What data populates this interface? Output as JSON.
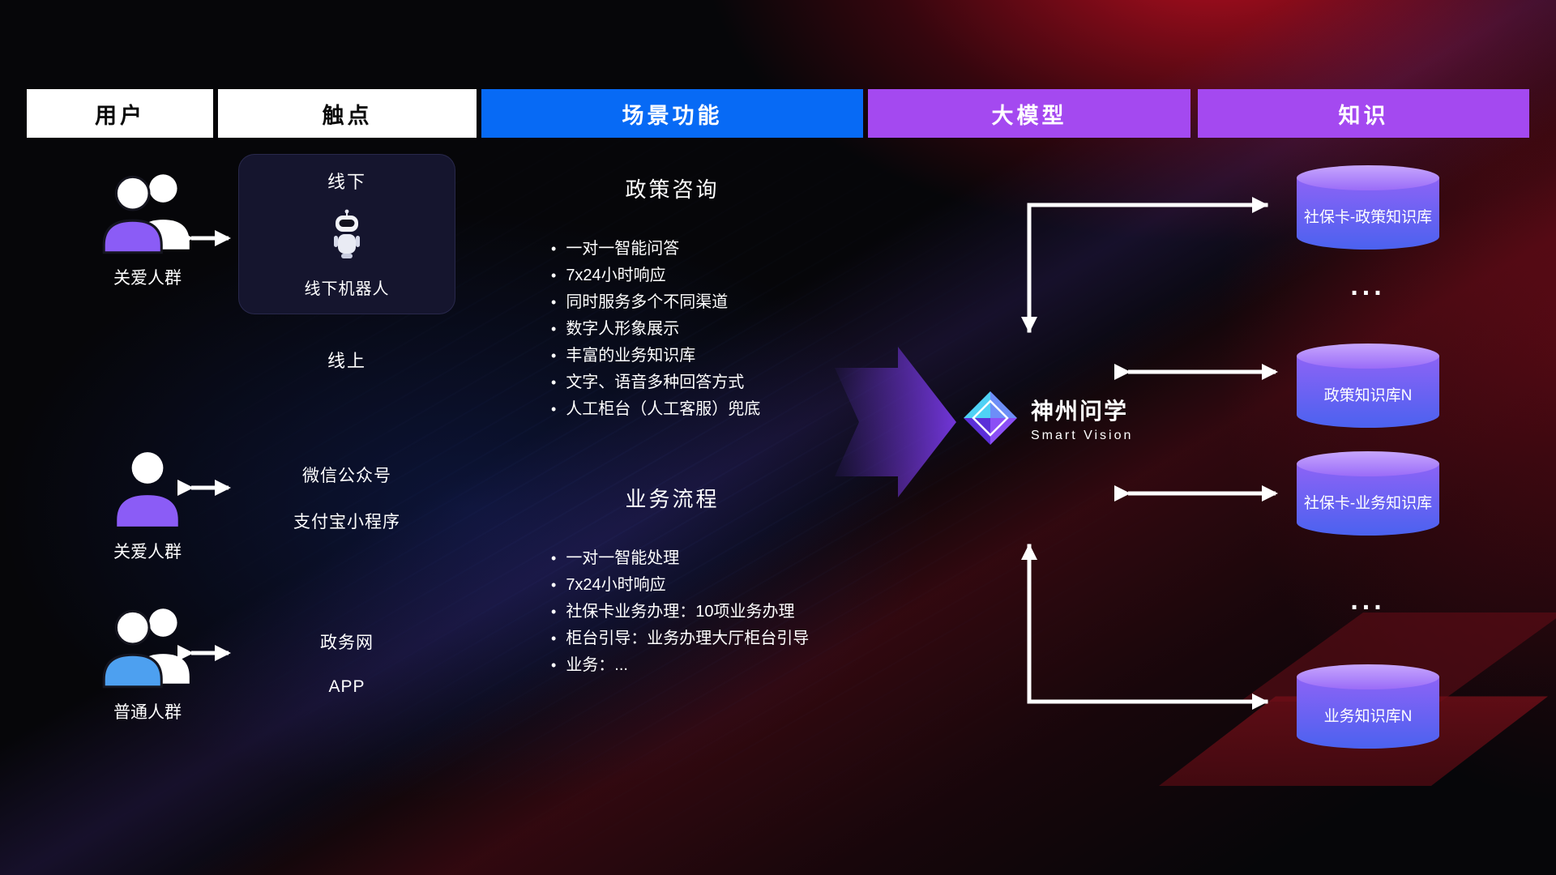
{
  "headers": [
    {
      "label": "用户",
      "bg": "#ffffff",
      "color": "#0a0a0a"
    },
    {
      "label": "触点",
      "bg": "#ffffff",
      "color": "#0a0a0a"
    },
    {
      "label": "场景功能",
      "bg": "#076af5",
      "color": "#ffffff"
    },
    {
      "label": "大模型",
      "bg": "#a449f0",
      "color": "#ffffff"
    },
    {
      "label": "知识",
      "bg": "#a449f0",
      "color": "#ffffff"
    }
  ],
  "users": [
    {
      "label": "关爱人群",
      "icon": "group-users-icon",
      "color": "#8b5cf6"
    },
    {
      "label": "关爱人群",
      "icon": "single-user-icon",
      "color": "#8b5cf6"
    },
    {
      "label": "普通人群",
      "icon": "group-users-icon",
      "color": "#4da0f0"
    }
  ],
  "touchpoints": {
    "offline_title": "线下",
    "offline_caption": "线下机器人",
    "online_label": "线上",
    "channels": [
      "微信公众号",
      "支付宝小程序",
      "政务网",
      "APP"
    ]
  },
  "functions": [
    {
      "title": "政策咨询",
      "bullets": [
        "一对一智能问答",
        "7x24小时响应",
        "同时服务多个不同渠道",
        "数字人形象展示",
        "丰富的业务知识库",
        "文字、语音多种回答方式",
        "人工柜台（人工客服）兜底"
      ]
    },
    {
      "title": "业务流程",
      "bullets": [
        "一对一智能处理",
        "7x24小时响应",
        "社保卡业务办理：10项业务办理",
        "柜台引导：业务办理大厅柜台引导",
        "业务：..."
      ]
    }
  ],
  "model": {
    "name": "神州问学",
    "subtitle": "Smart Vision"
  },
  "knowledge": {
    "items": [
      {
        "type": "db",
        "label": "社保卡-政策知识库"
      },
      {
        "type": "ellipsis",
        "label": "..."
      },
      {
        "type": "db",
        "label": "政策知识库N"
      },
      {
        "type": "db",
        "label": "社保卡-业务知识库"
      },
      {
        "type": "ellipsis",
        "label": "..."
      },
      {
        "type": "db",
        "label": "业务知识库N"
      }
    ]
  },
  "icons": {
    "group_users": "group-users-icon",
    "single_user": "single-user-icon",
    "robot": "robot-icon",
    "diamond_logo": "diamond-logo-icon",
    "double_arrow": "double-arrow-icon",
    "flow_arrow": "flow-arrow-icon"
  },
  "theme": {
    "background": "#060609",
    "red_glow": "#d61024",
    "accent_blue": "#076af5",
    "accent_purple": "#a449f0",
    "cylinder_purple": "#8d63f6",
    "cylinder_blue": "#4b62ef",
    "user_purple": "#8b5cf6",
    "user_blue": "#4da0f0",
    "arrow_white": "#ffffff"
  }
}
